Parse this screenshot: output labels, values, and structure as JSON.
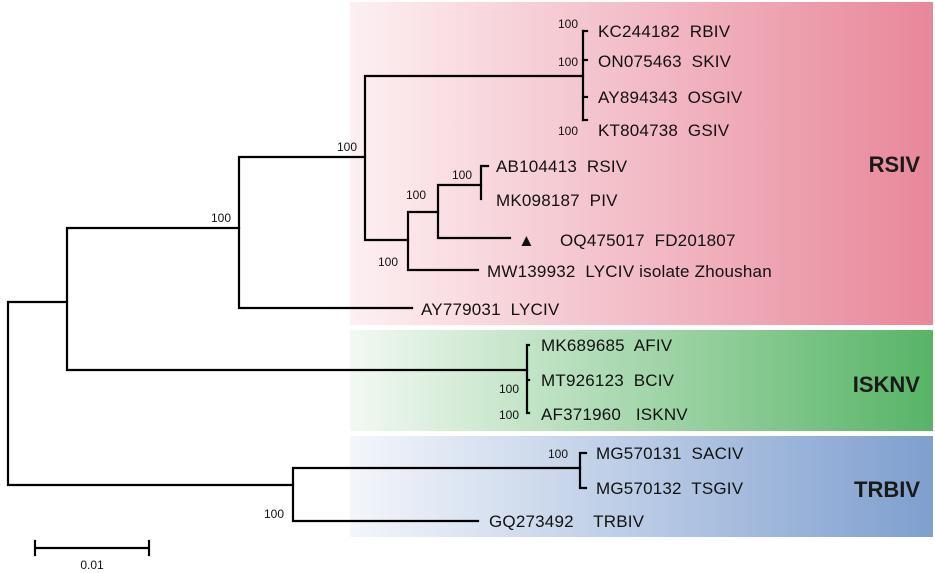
{
  "clades": [
    {
      "name": "RSIV",
      "color": "#e8879a"
    },
    {
      "name": "ISKNV",
      "color": "#57b466"
    },
    {
      "name": "TRBIV",
      "color": "#7f9fcf"
    }
  ],
  "taxa": [
    "KC244182  RBIV",
    "ON075463  SKIV",
    "AY894343  OSGIV",
    "KT804738  GSIV",
    "AB104413  RSIV",
    "MK098187  PIV",
    "OQ475017  FD201807",
    "MW139932  LYCIV isolate Zhoushan",
    "AY779031  LYCIV",
    "MK689685  AFIV",
    "MT926123  BCIV",
    "AF371960   ISKNV",
    "MG570131  SACIV",
    "MG570132  TSGIV",
    "GQ273492    TRBIV"
  ],
  "bootstrap_label": "100",
  "marker": {
    "symbol": "▲",
    "taxon": "OQ475017  FD201807"
  },
  "scale_bar": {
    "label": "0.01",
    "value": 0.01
  }
}
